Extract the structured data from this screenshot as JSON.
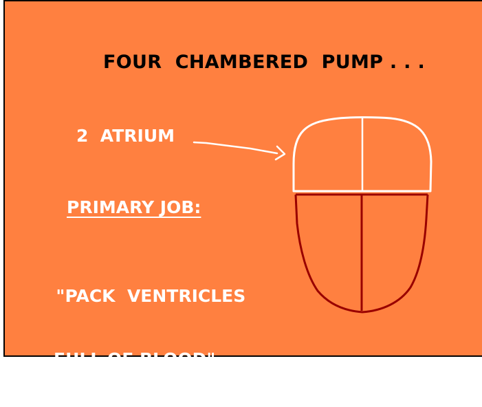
{
  "slide": {
    "background_color": "#ff8040",
    "title": "FOUR  CHAMBERED  PUMP . . .",
    "atrium_label": "2  ATRIUM",
    "primary_job_heading": "PRIMARY JOB:",
    "primary_job_line1": "\"PACK  VENTRICLES",
    "primary_job_line2": "FULL OF BLOOD\""
  },
  "diagram": {
    "atria_color": "#ffffff",
    "ventricles_color": "#990000",
    "arrow_color": "#ffffff"
  }
}
